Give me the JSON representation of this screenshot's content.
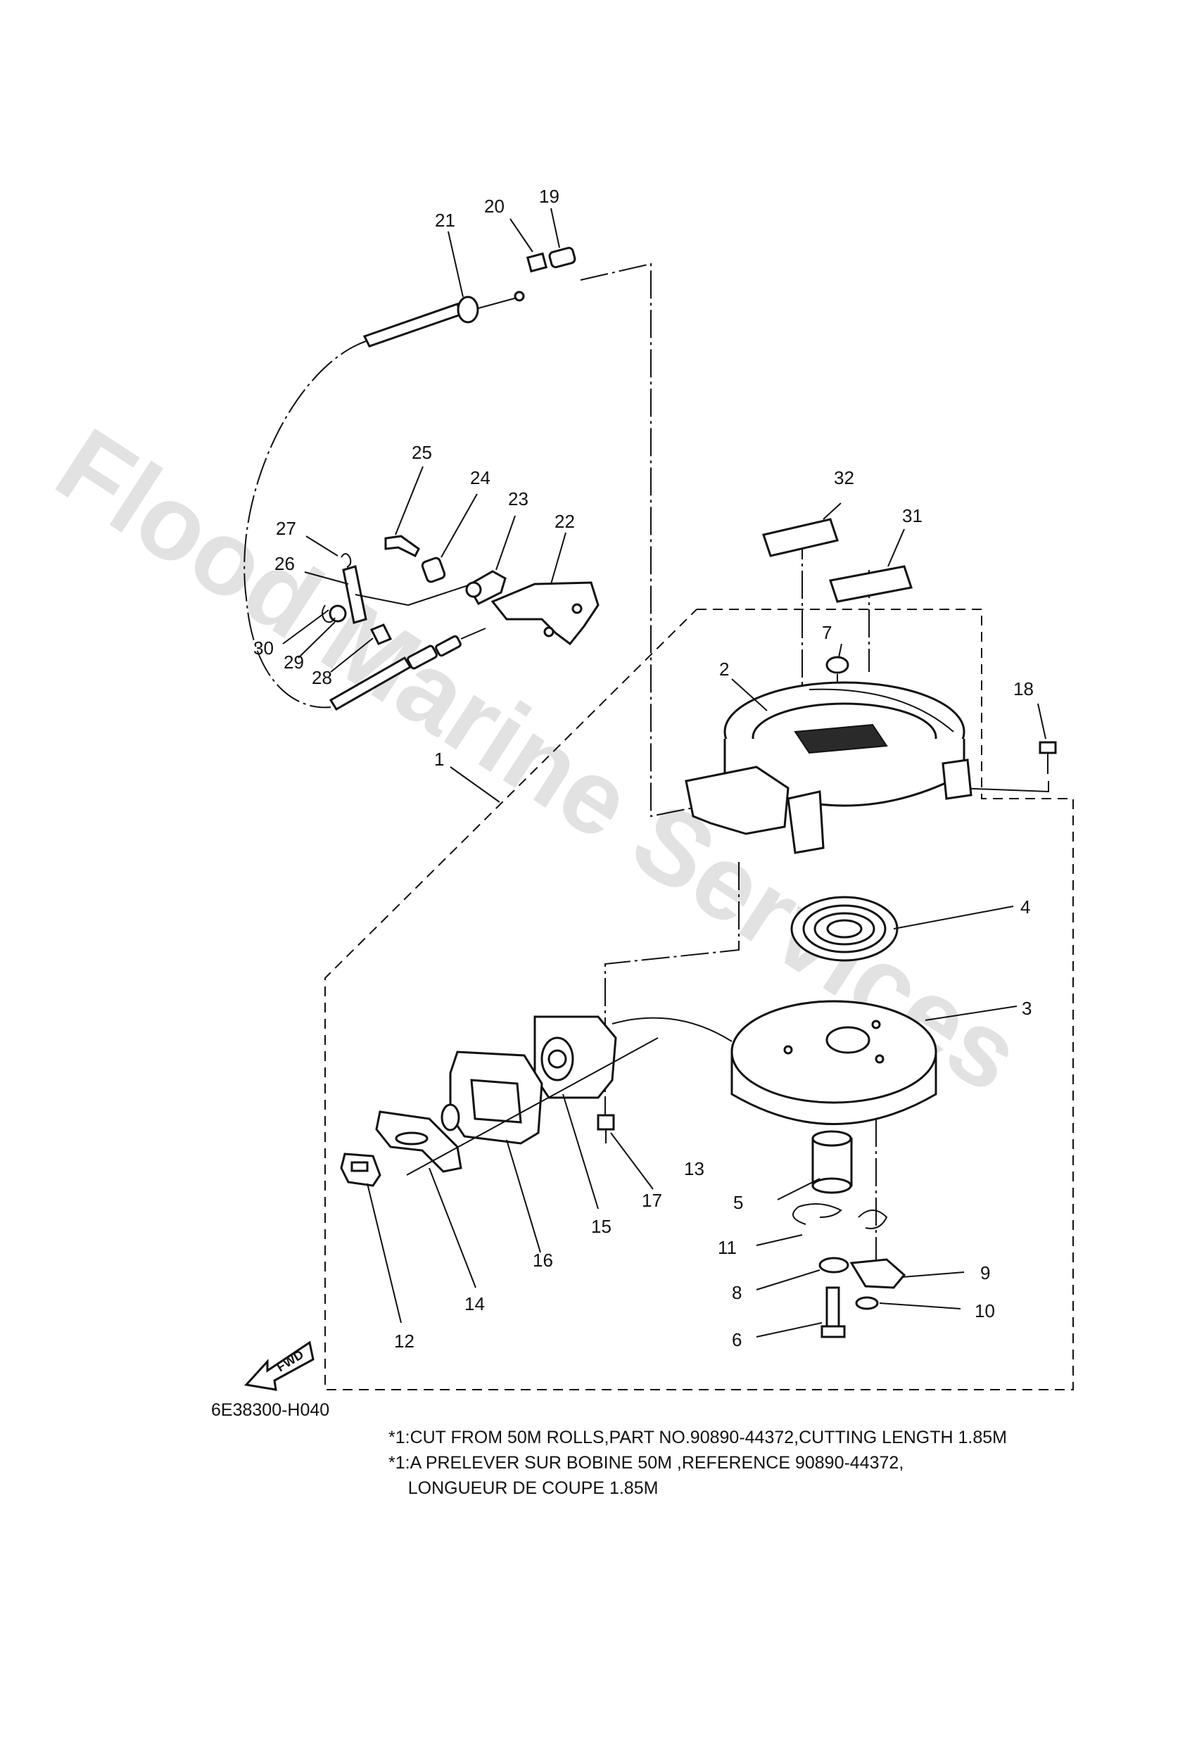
{
  "watermark": "Flood Marine Services",
  "callouts": [
    "1",
    "2",
    "3",
    "4",
    "5",
    "6",
    "7",
    "8",
    "9",
    "10",
    "11",
    "12",
    "13",
    "14",
    "15",
    "16",
    "17",
    "18",
    "19",
    "20",
    "21",
    "22",
    "23",
    "24",
    "25",
    "26",
    "27",
    "28",
    "29",
    "30",
    "31",
    "32"
  ],
  "fwd_label": "FWD",
  "diagram_code": "6E38300-H040",
  "notes": [
    "*1:CUT FROM 50M ROLLS,PART NO.90890-44372,CUTTING LENGTH 1.85M",
    "*1:A PRELEVER SUR BOBINE 50M ,REFERENCE 90890-44372,",
    "    LONGUEUR DE COUPE 1.85M"
  ]
}
